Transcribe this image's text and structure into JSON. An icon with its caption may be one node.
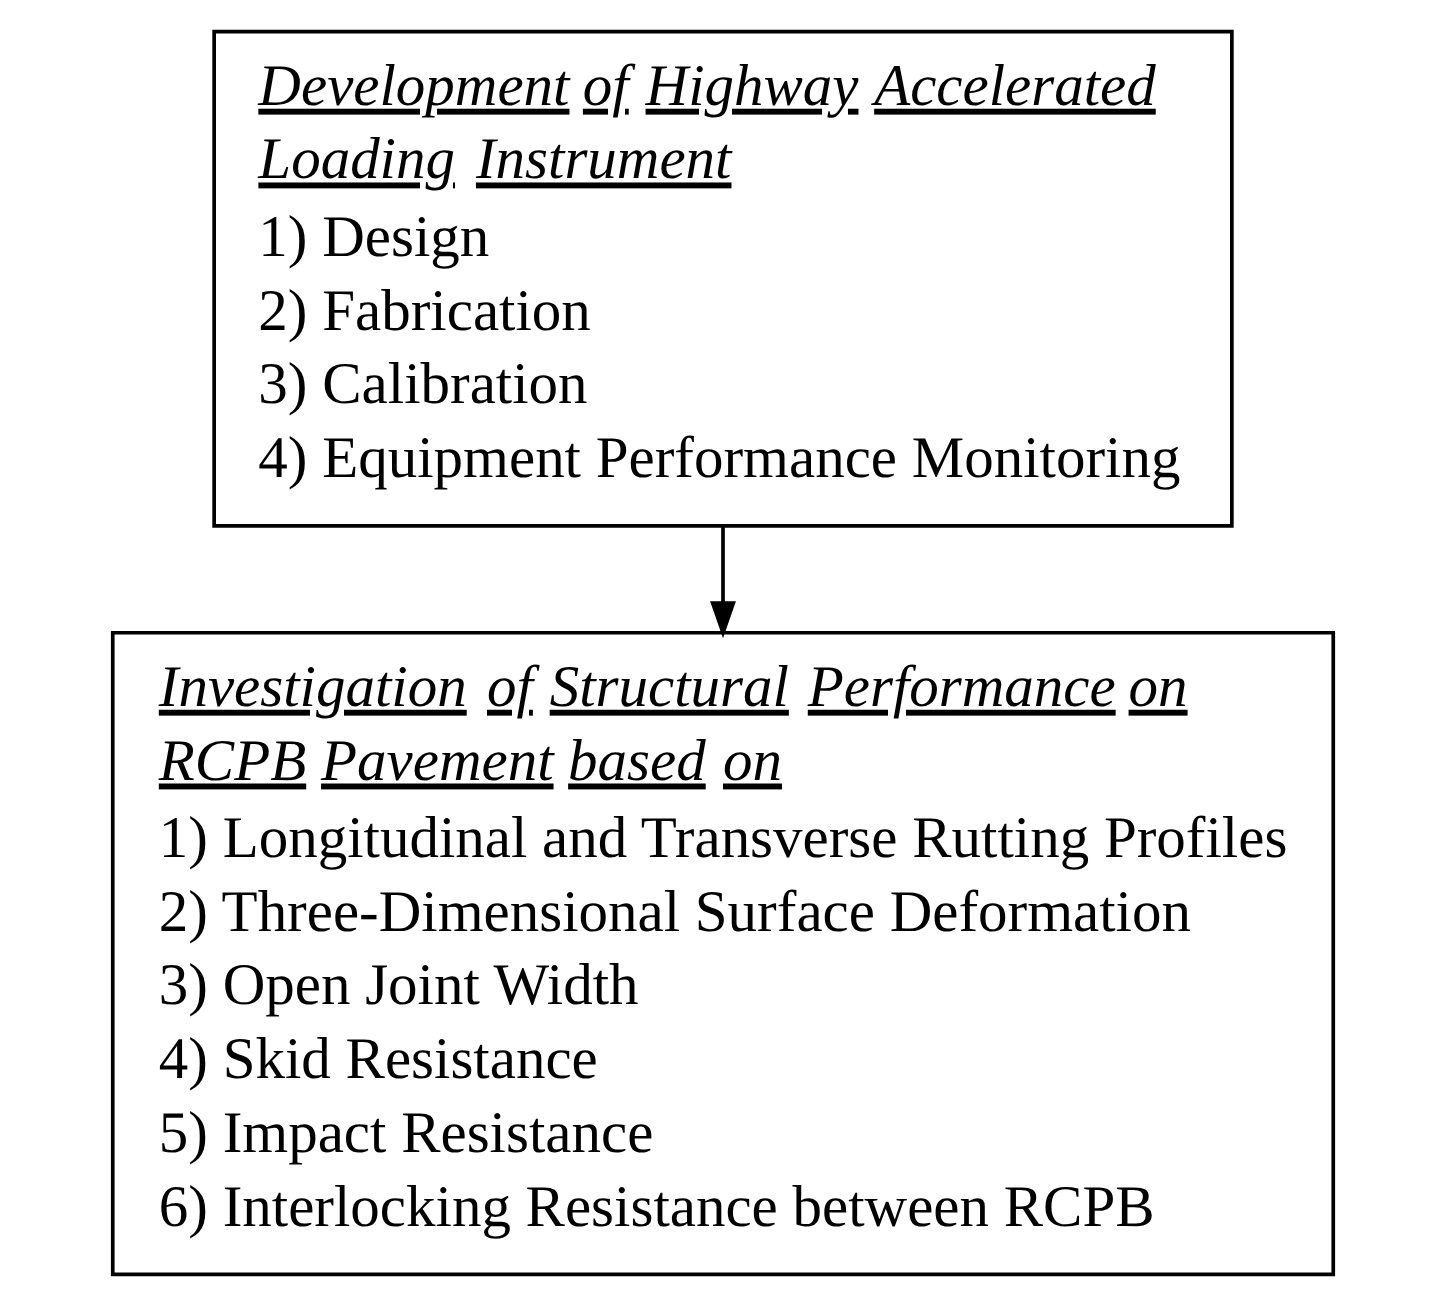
{
  "diagram": {
    "nodes": [
      {
        "text": [
          "Development of Highway Accelerated Loading Instrument",
          "1) Design",
          "2) Fabrication",
          "3) Calibration",
          "4) Equipment Performance Monitoring"
        ]
      },
      {
        "text": [
          "Investigation of Structural Performance on RCPB Pavement based on",
          "1) Longitudinal and Transverse Rutting Profiles",
          "2) Three-Dimensional Surface Deformation",
          "3) Open Joint Width",
          "4) Skid Resistance",
          "5) Impact Resistance",
          "6) Interlocking Resistance between RCPB"
        ]
      }
    ],
    "edges": [
      {
        "from": 0,
        "to": 1,
        "arrow": "to"
      }
    ]
  }
}
